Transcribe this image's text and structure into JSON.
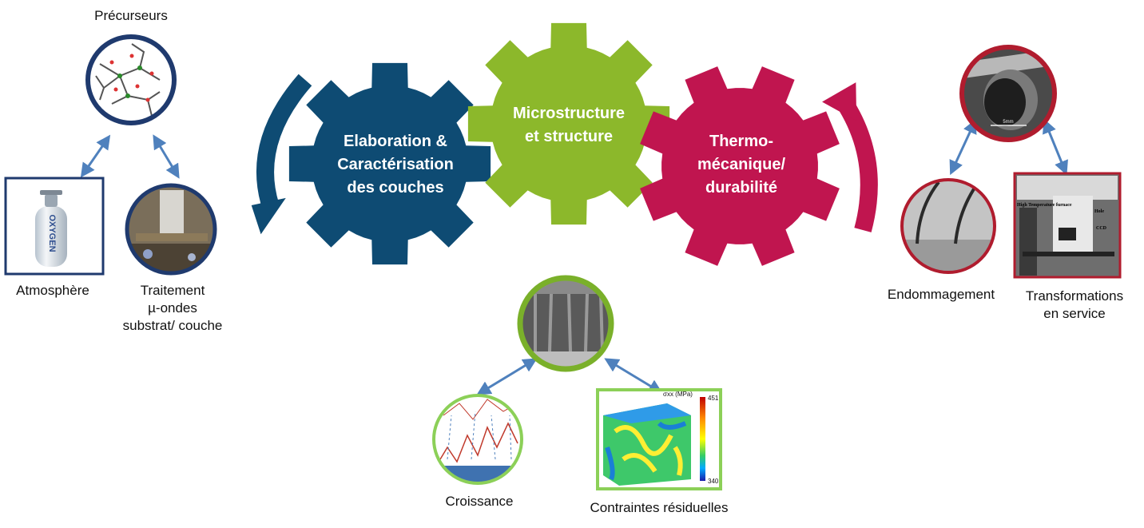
{
  "gears": {
    "elaboration": {
      "line1": "Elaboration  &",
      "line2": "Caractérisation",
      "line3": "des couches",
      "color": "#0e4b73"
    },
    "microstructure": {
      "line1": "Microstructure",
      "line2": "et structure",
      "color": "#8cb82b"
    },
    "thermo": {
      "line1": "Thermo-",
      "line2": "mécanique/",
      "line3": "durabilité",
      "color": "#c0154f"
    }
  },
  "left_group": {
    "precursors": "Précurseurs",
    "atmosphere": "Atmosphère",
    "treatment_line1": "Traitement",
    "treatment_line2": "µ-ondes",
    "treatment_line3": "substrat/ couche",
    "cylinder_text": "OXYGEN",
    "frame_color": "#1f3a6e"
  },
  "bottom_group": {
    "growth": "Croissance",
    "residual_stress": "Contraintes résiduelles",
    "colorbar_title": "σxx (MPa)",
    "colorbar_max": "451",
    "colorbar_min": "340",
    "frame_color": "#8cb82b"
  },
  "right_group": {
    "damage": "Endommagement",
    "transform_line1": "Transformations",
    "transform_line2": "en service",
    "scale_text": "5mm",
    "photo_labels": {
      "furnace": "High Temperature furnace",
      "hole": "Hole",
      "ccd": "CCD"
    },
    "frame_color": "#b01c2e"
  },
  "arrow_color": "#4f81bd"
}
